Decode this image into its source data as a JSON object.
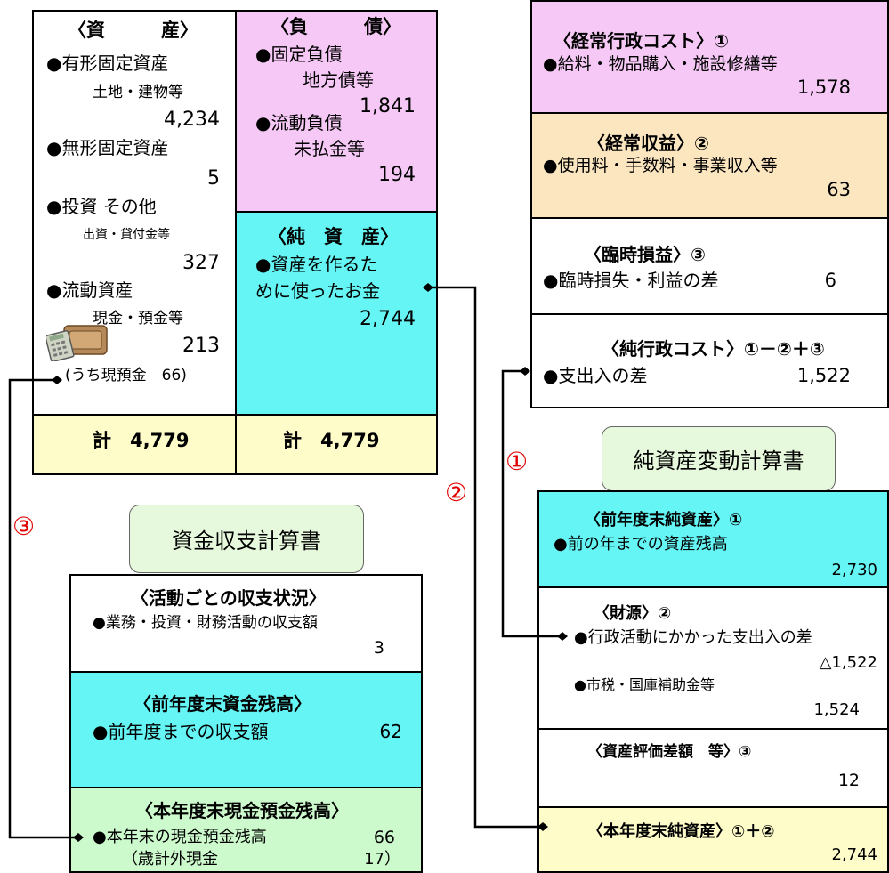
{
  "balance_sheet": {
    "assets": {
      "header": "〈資　　　産〉",
      "items": [
        {
          "label": "●有形固定資産",
          "sub": "土地・建物等",
          "value": "4,234"
        },
        {
          "label": "●無形固定資産",
          "value": "5"
        },
        {
          "label": "●投資 その他",
          "sub": "出資・貸付金等",
          "value": "327"
        },
        {
          "label": "●流動資産",
          "sub": "現金・預金等",
          "value": "213"
        }
      ],
      "cash_note": "(うち現預金　66)",
      "total": "計　4,779"
    },
    "liabilities": {
      "header": "〈負　　　債〉",
      "items": [
        {
          "label": "●固定負債",
          "sub": "地方債等",
          "value": "1,841"
        },
        {
          "label": "●流動負債",
          "sub": "未払金等",
          "value": "194"
        }
      ]
    },
    "net_assets": {
      "header": "〈純　資　産〉",
      "line1": "●資産を作るた",
      "line2": "めに使ったお金",
      "value": "2,744",
      "total": "計　4,779"
    }
  },
  "admin_cost": {
    "ordinary_cost": {
      "header": "〈経常行政コスト〉①",
      "text": "●給料・物品購入・施設修繕等",
      "value": "1,578"
    },
    "ordinary_revenue": {
      "header": "〈経常収益〉②",
      "text": "●使用料・手数料・事業収入等",
      "value": "63"
    },
    "extraordinary": {
      "header": "〈臨時損益〉③",
      "text": "●臨時損失・利益の差",
      "value": "6"
    },
    "net_cost": {
      "header": "〈純行政コスト〉①－②＋③",
      "text": "●支出入の差",
      "value": "1,522"
    }
  },
  "net_asset_change": {
    "title": "純資産変動計算書",
    "prev": {
      "header": "〈前年度末純資産〉①",
      "text": "●前の年までの資産残高",
      "value": "2,730"
    },
    "source": {
      "header": "〈財源〉②",
      "text1": "●行政活動にかかった支出入の差",
      "value1": "△1,522",
      "text2": "●市税・国庫補助金等",
      "value2": "1,524"
    },
    "valuation": {
      "header": "〈資産評価差額　等〉③",
      "value": "12"
    },
    "current": {
      "header": "〈本年度末純資産〉①＋②",
      "value": "2,744"
    }
  },
  "cash_flow": {
    "title": "資金収支計算書",
    "activity": {
      "header": "〈活動ごとの収支状況〉",
      "text": "●業務・投資・財務活動の収支額",
      "value": "3"
    },
    "prev_balance": {
      "header": "〈前年度末資金残高〉",
      "text": "●前年度までの収支額",
      "value": "62"
    },
    "current_balance": {
      "header": "〈本年度末現金預金残高〉",
      "text": "●本年末の現金預金残高",
      "value": "66",
      "note": "（歳計外現金",
      "note_value": "17）"
    }
  },
  "connectors": {
    "one": "①",
    "two": "②",
    "three": "③"
  },
  "colors": {
    "pink": "#f5c8f5",
    "cream": "#fbe6c0",
    "cyan": "#66f5f5",
    "yellow": "#fefcc8",
    "green": "#ccfacc",
    "red": "#e00000"
  }
}
